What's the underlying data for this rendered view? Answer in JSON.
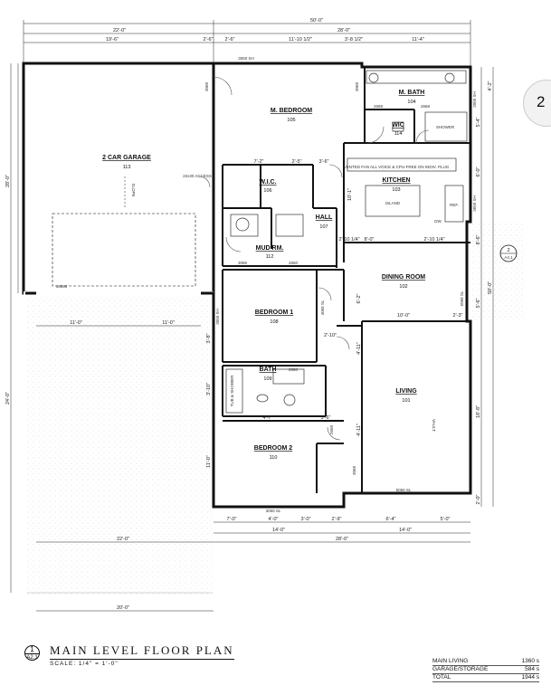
{
  "sheet": {
    "tab_number": "2",
    "title": "MAIN LEVEL FLOOR PLAN",
    "scale": "SCALE:  1/4\" = 1'-0\"",
    "detail_number": "1",
    "sheet_ref": "A2.1"
  },
  "rooms": {
    "garage": {
      "name": "2 CAR GARAGE",
      "number": "113"
    },
    "master_bedroom": {
      "name": "M. BEDROOM",
      "number": "105"
    },
    "master_bath": {
      "name": "M. BATH",
      "number": "104"
    },
    "wic_small": {
      "name": "WIC",
      "number": "114"
    },
    "wic": {
      "name": "W.I.C.",
      "number": "106"
    },
    "kitchen": {
      "name": "KITCHEN",
      "number": "103"
    },
    "hall": {
      "name": "HALL",
      "number": "107"
    },
    "mud_room": {
      "name": "MUD RM.",
      "number": "112"
    },
    "dining": {
      "name": "DINING ROOM",
      "number": "102"
    },
    "bedroom1": {
      "name": "BEDROOM 1",
      "number": "108"
    },
    "bath": {
      "name": "BATH",
      "number": "109"
    },
    "living": {
      "name": "LIVING",
      "number": "101"
    },
    "bedroom2": {
      "name": "BEDROOM 2",
      "number": "110"
    }
  },
  "dimensions": {
    "overall_width": "50'-0\"",
    "top_22": "22'-0\"",
    "top_28": "28'-0\"",
    "top_19_6": "19'-6\"",
    "top_2_6a": "2'-6\"",
    "top_2_6b": "2'-6\"",
    "top_11_10": "11'-10 1/2\"",
    "top_3_8": "3'-8 1/2\"",
    "top_11_4": "11'-4\"",
    "left_28": "28'-0\"",
    "left_24": "24'-0\"",
    "garage_11a": "11'-0\"",
    "garage_11b": "11'-0\"",
    "bot_7": "7'-0\"",
    "bot_4": "4'-0\"",
    "bot_3": "3'-0\"",
    "bot_2_9": "2'-9\"",
    "bot_6_4": "6'-4\"",
    "bot_5": "5'-0\"",
    "bot_14a": "14'-0\"",
    "bot_14b": "14'-0\"",
    "bot_28": "28'-0\"",
    "bot_22": "22'-0\"",
    "drive_20": "20'-0\"",
    "right_4_2": "4'-2\"",
    "right_5_4": "5'-4\"",
    "right_6": "6'-0\"",
    "right_8_6": "8'-6\"",
    "right_5_6": "5'-6\"",
    "right_50": "50'-0\"",
    "right_18_8": "18'-8\"",
    "right_2": "2'-0\"",
    "int_7_2": "7'-2\"",
    "int_2_5": "2'-5\"",
    "int_3_6": "3'-6\"",
    "int_10_1": "10'-1\"",
    "int_8": "8'-0\"",
    "int_2_10": "2'-10 1/4\"",
    "int_2_10b": "2'-10 1/4\"",
    "int_6_2": "6'-2\"",
    "int_10": "10'-0\"",
    "int_2_3": "2'-3\"",
    "int_2_10c": "2'-10\"",
    "int_4_11": "4'-11\"",
    "int_4_7": "4'-7\"",
    "int_3_6b": "3'-6\"",
    "int_4_11b": "4'-11\"",
    "int_3_8": "3'-8\"",
    "int_3_10": "3'-10\"",
    "int_11": "11'-0\""
  },
  "openings": {
    "w3050_top": "3050 SH",
    "w3068": "3068",
    "w2050": "2050 SH",
    "w2668a": "2668",
    "w2668b": "2668",
    "w3068b": "3068",
    "w3650": "3650 SH",
    "w6080": "16080",
    "w3066": "3066",
    "w2660": "2660",
    "w5068": "5068 SL",
    "w3050_bed1": "3050 SH",
    "w2660b": "2660",
    "w2668c": "2668",
    "w3050_bed2": "3050 SL",
    "w5050": "5050 SL",
    "w3068c": "3068",
    "w4068": "4068 SL"
  },
  "notes": {
    "slope": "SLOPE",
    "access": "22x30 ACCESS",
    "shower": "SHOWER",
    "tub": "TUB & SHOWER",
    "vent": "VENTED FAN ALL VOICE & CPU-FREE ON INDIV. PLUG",
    "island": "ISLAND",
    "fridge": "REF.",
    "dw": "DW",
    "vault": "VAULT",
    "section_mark": "2",
    "section_ref": "A4.1"
  },
  "areas": [
    {
      "label": "MAIN LIVING",
      "value": "1360 s"
    },
    {
      "label": "GARAGE/STORAGE",
      "value": "584 s"
    },
    {
      "label": "TOTAL",
      "value": "1944 s"
    }
  ]
}
